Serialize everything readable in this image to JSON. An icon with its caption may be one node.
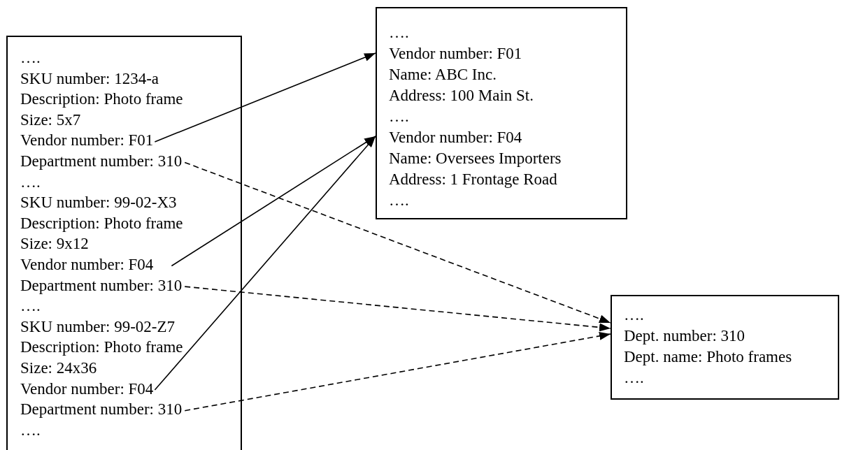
{
  "diagram": {
    "nodes": [
      {
        "text": [
          "….",
          "SKU number: 1234-a",
          "Description: Photo frame",
          "Size: 5x7",
          "….",
          "SKU number: 99-02-X3",
          "Description: Photo frame",
          "Size: 9x12",
          "….",
          "SKU number: 99-02-Z7",
          "Description: Photo frame",
          "Size: 24x36",
          "…."
        ]
      },
      {
        "text": [
          "Vendor number: F01"
        ],
        "in": 0
      },
      {
        "text": [
          "Department number: 310"
        ],
        "in": 0
      },
      {
        "text": [
          "Vendor number: F04"
        ],
        "in": 0
      },
      {
        "text": [
          "Department number: 310"
        ],
        "in": 0
      },
      {
        "text": [
          "Vendor number: F04"
        ],
        "in": 0
      },
      {
        "text": [
          "Department number: 310"
        ],
        "in": 0
      },
      {
        "text": [
          "….",
          "Vendor number: F01",
          "Name: ABC Inc.",
          "Address: 100 Main St.",
          "….",
          "Vendor number: F04",
          "Name: Oversees Importers",
          "Address: 1 Frontage Road",
          "…."
        ]
      },
      {
        "text": [
          "….",
          "Dept. number: 310",
          "Dept. name: Photo frames",
          "…."
        ]
      }
    ],
    "edges": [
      {
        "from": 1,
        "to": 7,
        "arrow": "to"
      },
      {
        "from": 2,
        "to": 8,
        "arrow": "to",
        "style": "dashed"
      },
      {
        "from": 3,
        "to": 7,
        "arrow": "to"
      },
      {
        "from": 4,
        "to": 8,
        "arrow": "to",
        "style": "dashed"
      },
      {
        "from": 5,
        "to": 7,
        "arrow": "to"
      },
      {
        "from": 6,
        "to": 8,
        "arrow": "to",
        "style": "dashed"
      }
    ]
  }
}
